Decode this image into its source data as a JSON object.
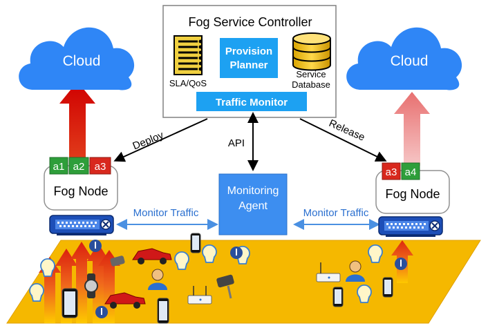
{
  "controller": {
    "title": "Fog Service Controller",
    "provision_line1": "Provision",
    "provision_line2": "Planner",
    "sla_label": "SLA/QoS",
    "db_line1": "Service",
    "db_line2": "Database",
    "traffic_monitor": "Traffic Monitor"
  },
  "clouds": {
    "left": "Cloud",
    "right": "Cloud"
  },
  "edges": {
    "deploy": "Deploy",
    "release": "Release",
    "api": "API"
  },
  "monitoring_agent": {
    "line1": "Monitoring",
    "line2": "Agent"
  },
  "monitor_traffic": {
    "left": "Monitor Traffic",
    "right": "Monitor Traffic"
  },
  "fog_nodes": {
    "left": {
      "label": "Fog Node",
      "apps": [
        "a1",
        "a2",
        "a3"
      ]
    },
    "right": {
      "label": "Fog Node",
      "apps": [
        "a3",
        "a4"
      ]
    }
  },
  "colors": {
    "cloud": "#2f86f6",
    "box_blue": "#1da1f2",
    "agent": "#3d8ef0",
    "ground": "#f5b800",
    "app_green": "#2e9e3a",
    "app_red": "#d8281d",
    "arrow": "#4a90e2"
  }
}
